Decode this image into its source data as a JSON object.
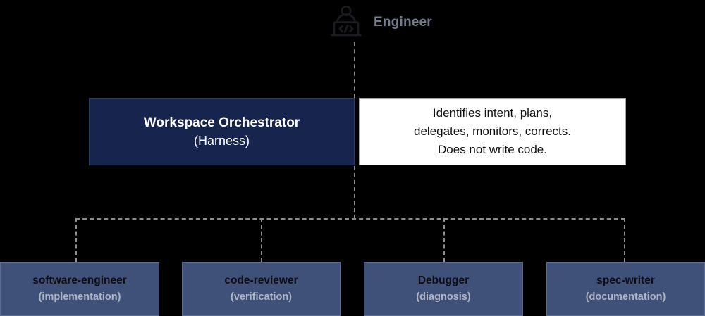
{
  "diagram": {
    "type": "flowchart",
    "background": "#000000",
    "actor": {
      "icon": "engineer-at-computer-icon",
      "label": "Engineer",
      "label_color": "#767c8d"
    },
    "orchestrator": {
      "title": "Workspace Orchestrator",
      "subtitle": "(Harness)",
      "fill": "#16244e",
      "text_color": "#ffffff"
    },
    "note": {
      "lines": [
        "Identifies intent, plans,",
        "delegates, monitors, corrects.",
        "Does not write code."
      ],
      "fill": "#ffffff",
      "text_color": "#111111"
    },
    "agents": [
      {
        "name": "software-engineer",
        "role": "(implementation)",
        "fill": "#3f5179"
      },
      {
        "name": "code-reviewer",
        "role": "(verification)",
        "fill": "#3f5179"
      },
      {
        "name": "Debugger",
        "role": "(diagnosis)",
        "fill": "#3f5179"
      },
      {
        "name": "spec-writer",
        "role": "(documentation)",
        "fill": "#3f5179"
      }
    ],
    "connectors": {
      "style": "dashed",
      "color": "#8d8d8d"
    }
  }
}
